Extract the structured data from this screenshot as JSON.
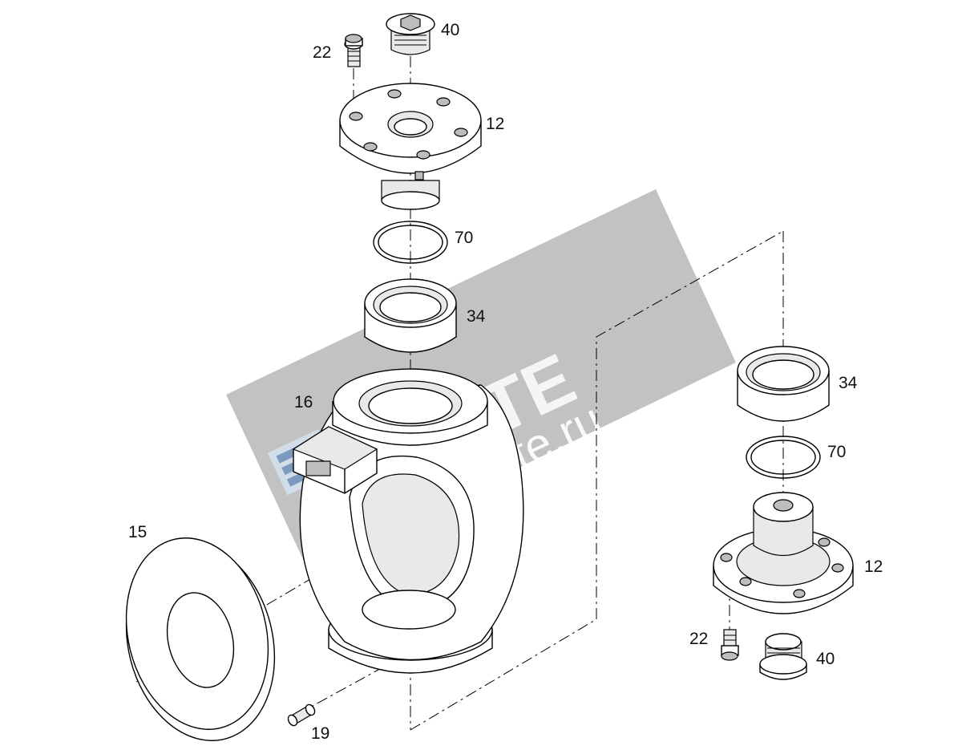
{
  "labels": {
    "top_plug": "40",
    "top_screw": "22",
    "top_flange": "12",
    "top_oring": "70",
    "top_bearing": "34",
    "housing": "16",
    "disc": "15",
    "pin": "19",
    "right_bearing": "34",
    "right_oring": "70",
    "right_flange": "12",
    "right_screw": "22",
    "right_plug": "40"
  },
  "watermark": {
    "brand": "VENTE",
    "url": "movente.ru"
  }
}
